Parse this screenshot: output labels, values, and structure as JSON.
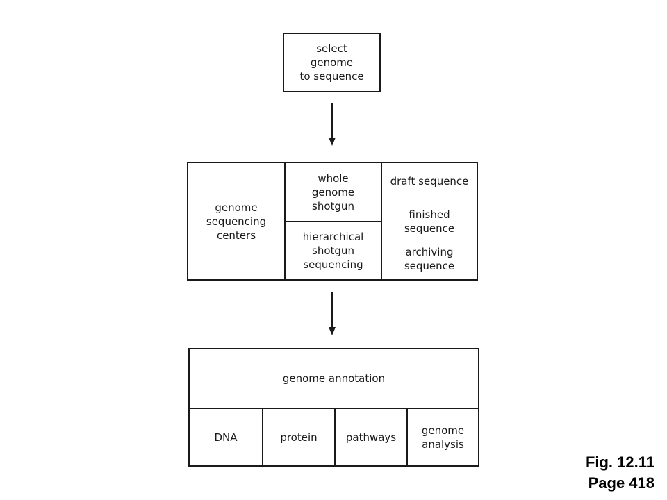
{
  "top": {
    "label": "select\ngenome\nto sequence"
  },
  "middle": {
    "centers": "genome\nsequencing\ncenters",
    "whole_genome": "whole\ngenome\nshotgun",
    "hierarchical": "hierarchical\nshotgun\nsequencing",
    "draft": "draft sequence",
    "finished": "finished\nsequence",
    "archiving": "archiving\nsequence"
  },
  "bottom": {
    "header": "genome annotation",
    "items": [
      "DNA",
      "protein",
      "pathways",
      "genome\nanalysis"
    ]
  },
  "caption": {
    "fig": "Fig. 12.11",
    "page": "Page 418"
  }
}
